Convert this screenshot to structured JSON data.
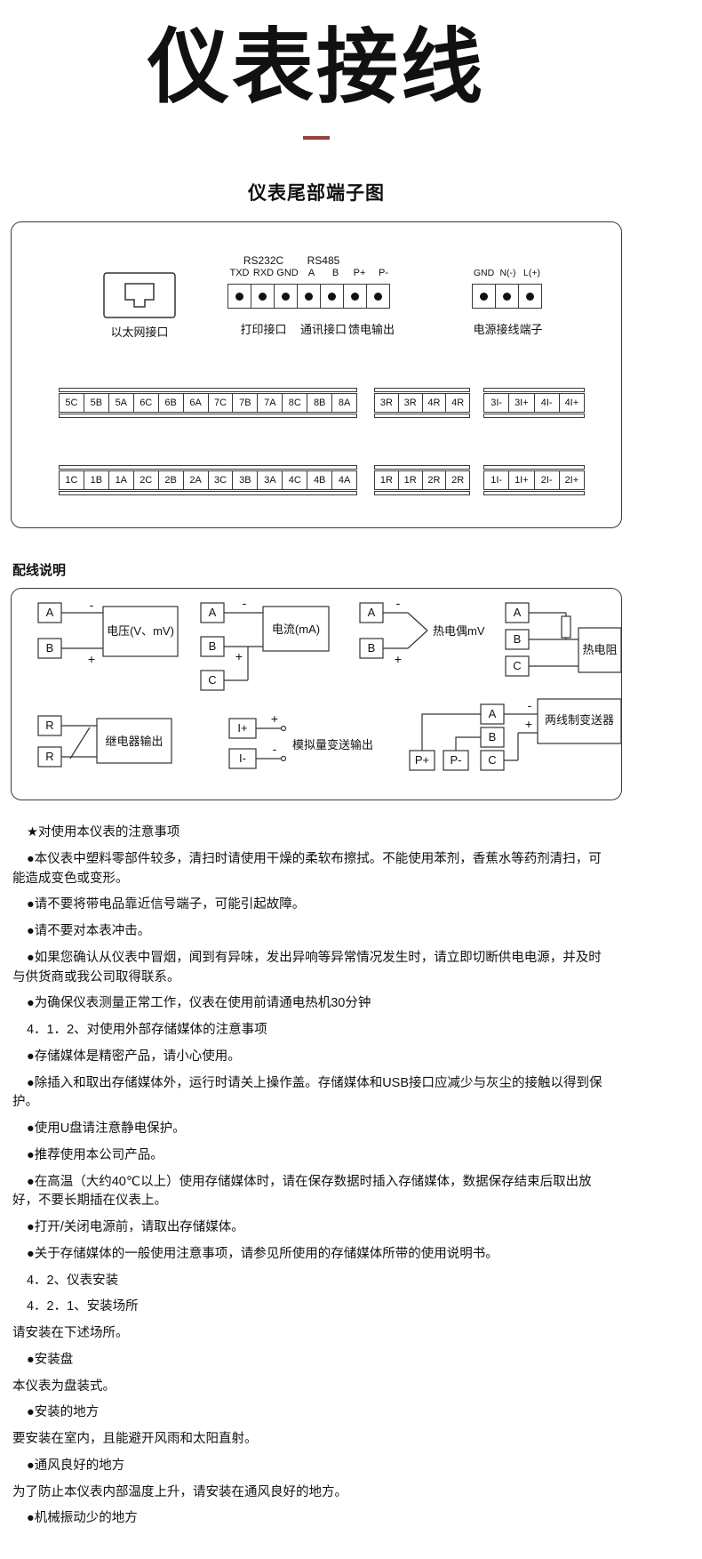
{
  "title": "仪表接线",
  "colors": {
    "accent_underline": "#9a3d3d",
    "diagram_line": "#333333"
  },
  "terminal_panel": {
    "title": "仪表尾部端子图",
    "ethernet_label": "以太网接口",
    "comm": {
      "rs232c": "RS232C",
      "rs485": "RS485",
      "pins": [
        "TXD",
        "RXD",
        "GND",
        "A",
        "B",
        "P+",
        "P-"
      ],
      "label_print": "打印接口",
      "label_comm": "通讯接口",
      "label_feed": "馈电输出"
    },
    "power": {
      "pins": [
        "GND",
        "N(-)",
        "L(+)"
      ],
      "label": "电源接线端子"
    },
    "strips": {
      "row1_left": [
        "5C",
        "5B",
        "5A",
        "6C",
        "6B",
        "6A",
        "7C",
        "7B",
        "7A",
        "8C",
        "8B",
        "8A"
      ],
      "row1_mid": [
        "3R",
        "3R",
        "4R",
        "4R"
      ],
      "row1_right": [
        "3I-",
        "3I+",
        "4I-",
        "4I+"
      ],
      "row2_left": [
        "1C",
        "1B",
        "1A",
        "2C",
        "2B",
        "2A",
        "3C",
        "3B",
        "3A",
        "4C",
        "4B",
        "4A"
      ],
      "row2_mid": [
        "1R",
        "1R",
        "2R",
        "2R"
      ],
      "row2_right": [
        "1I-",
        "1I+",
        "2I-",
        "2I+"
      ]
    }
  },
  "wiring_panel": {
    "heading": "配线说明",
    "voltage": {
      "a": "A",
      "b": "B",
      "label": "电压(V、mV)",
      "minus": "-",
      "plus": "+"
    },
    "current": {
      "a": "A",
      "b": "B",
      "c": "C",
      "label": "电流(mA)",
      "minus": "-",
      "plus": "+"
    },
    "thermocouple": {
      "a": "A",
      "b": "B",
      "label": "热电偶mV",
      "minus": "-",
      "plus": "+"
    },
    "rtd": {
      "a": "A",
      "b": "B",
      "c": "C",
      "label": "热电阻"
    },
    "relay": {
      "r1": "R",
      "r2": "R",
      "label": "继电器输出"
    },
    "analog_out": {
      "ip": "I+",
      "im": "I-",
      "label": "模拟量变送输出",
      "plus": "+",
      "minus": "-"
    },
    "transmitter": {
      "pp": "P+",
      "pm": "P-",
      "a": "A",
      "b": "B",
      "c": "C",
      "label": "两线制变送器",
      "minus": "-",
      "plus": "+"
    }
  },
  "notes": [
    {
      "t": "★对使用本仪表的注意事项",
      "i": 1
    },
    {
      "t": "●本仪表中塑料零部件较多，清扫时请使用干燥的柔软布擦拭。不能使用苯剂，香蕉水等药剂清扫，可能造成变色或变形。",
      "i": 1
    },
    {
      "t": "●请不要将带电品靠近信号端子，可能引起故障。",
      "i": 1
    },
    {
      "t": "●请不要对本表冲击。",
      "i": 1
    },
    {
      "t": "●如果您确认从仪表中冒烟，闻到有异味，发出异响等异常情况发生时，请立即切断供电电源，并及时与供货商或我公司取得联系。",
      "i": 1
    },
    {
      "t": "●为确保仪表测量正常工作，仪表在使用前请通电热机30分钟",
      "i": 1
    },
    {
      "t": "4．1．2、对使用外部存储媒体的注意事项",
      "i": 1
    },
    {
      "t": "●存储媒体是精密产品，请小心使用。",
      "i": 1
    },
    {
      "t": "●除插入和取出存储媒体外，运行时请关上操作盖。存储媒体和USB接口应减少与灰尘的接触以得到保护。",
      "i": 1
    },
    {
      "t": "●使用U盘请注意静电保护。",
      "i": 1
    },
    {
      "t": "●推荐使用本公司产品。",
      "i": 1
    },
    {
      "t": "●在高温（大约40℃以上）使用存储媒体时，请在保存数据时插入存储媒体，数据保存结束后取出放好，不要长期插在仪表上。",
      "i": 1
    },
    {
      "t": "●打开/关闭电源前，请取出存储媒体。",
      "i": 1
    },
    {
      "t": "●关于存储媒体的一般使用注意事项，请参见所使用的存储媒体所带的使用说明书。",
      "i": 1
    },
    {
      "t": "4．2、仪表安装",
      "i": 1
    },
    {
      "t": "4．2．1、安装场所",
      "i": 1
    },
    {
      "t": "请安装在下述场所。",
      "i": 0
    },
    {
      "t": "●安装盘",
      "i": 1
    },
    {
      "t": "本仪表为盘装式。",
      "i": 0
    },
    {
      "t": "●安装的地方",
      "i": 1
    },
    {
      "t": "要安装在室内，且能避开风雨和太阳直射。",
      "i": 0
    },
    {
      "t": "●通风良好的地方",
      "i": 1
    },
    {
      "t": "为了防止本仪表内部温度上升，请安装在通风良好的地方。",
      "i": 0
    },
    {
      "t": "●机械振动少的地方",
      "i": 1
    }
  ]
}
